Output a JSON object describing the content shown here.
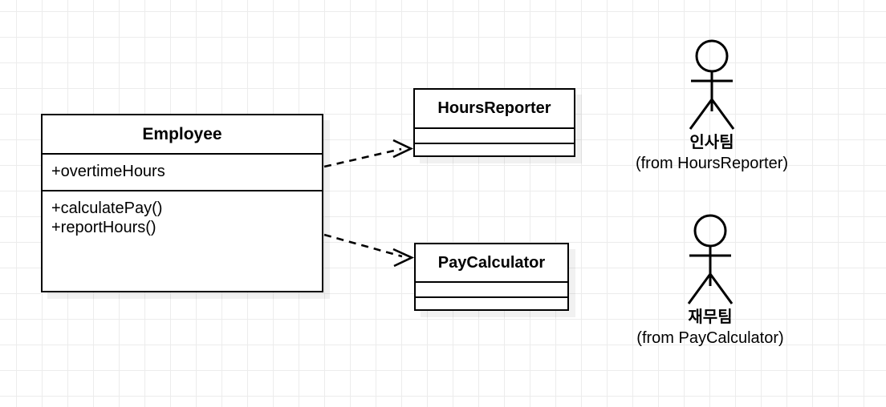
{
  "diagram": {
    "type": "uml-class-diagram",
    "background": {
      "color": "#ffffff",
      "grid_color": "#ececec",
      "grid_size": 32
    },
    "stroke_color": "#000000",
    "classes": [
      {
        "id": "employee",
        "name": "Employee",
        "attributes": [
          "+overtimeHours"
        ],
        "operations": [
          "+calculatePay()",
          "+reportHours()"
        ],
        "operations_text": "+calculatePay()\n+reportHours()"
      },
      {
        "id": "hoursreporter",
        "name": "HoursReporter",
        "attributes": [
          ""
        ],
        "operations": [
          ""
        ],
        "operations_text": ""
      },
      {
        "id": "paycalculator",
        "name": "PayCalculator",
        "attributes": [
          ""
        ],
        "operations": [
          ""
        ],
        "operations_text": ""
      }
    ],
    "relations": [
      {
        "id": "employee-to-hoursreporter",
        "kind": "dependency",
        "style": "dashed",
        "arrowhead": "open",
        "from": "Employee",
        "to": "HoursReporter"
      },
      {
        "id": "employee-to-paycalculator",
        "kind": "dependency",
        "style": "dashed",
        "arrowhead": "open",
        "from": "Employee",
        "to": "PayCalculator"
      }
    ],
    "actors": [
      {
        "id": "hr-team",
        "name": "인사팀",
        "from": "(from HoursReporter)"
      },
      {
        "id": "finance-team",
        "name": "재무팀",
        "from": "(from PayCalculator)"
      }
    ]
  }
}
